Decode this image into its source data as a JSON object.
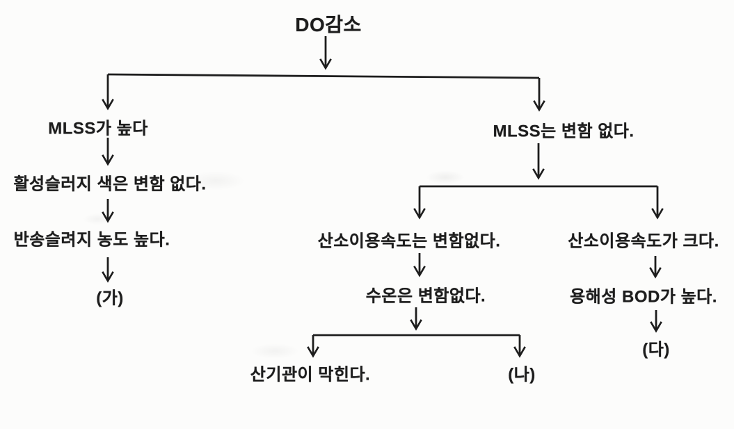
{
  "flowchart": {
    "ink_color": "#1d1d1d",
    "background_color": "#fcfcfb",
    "root": "DO감소",
    "left_branch": {
      "node1": "MLSS가 높다",
      "node2": "활성슬러지 색은 변함 없다.",
      "node3": "반송슬려지 농도 높다.",
      "result": "(가)"
    },
    "right_branch": {
      "node1": "MLSS는 변함 없다.",
      "sub_left": {
        "node1": "산소이용속도는 변함없다.",
        "node2": "수온은 변함없다.",
        "leaf_left": "산기관이 막힌다.",
        "leaf_right": "(나)"
      },
      "sub_right": {
        "node1": "산소이용속도가 크다.",
        "node2": "용해성 BOD가 높다.",
        "result": "(다)"
      }
    }
  }
}
